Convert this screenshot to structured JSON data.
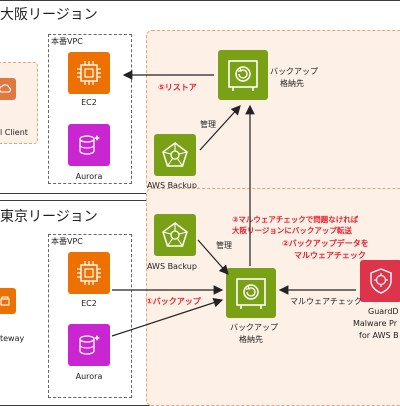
{
  "regions": {
    "osaka": {
      "title": "大阪リージョン"
    },
    "tokyo": {
      "title": "東京リージョン"
    }
  },
  "osaka": {
    "vpc_label": "本番VPC",
    "ec2_label": "EC2",
    "aurora_label": "Aurora",
    "client_label": "l Client",
    "backup_label": "AWS Backup",
    "vault_label_line1": "バックアップ",
    "vault_label_line2": "格納先",
    "manage_label": "管理",
    "restore_label": "⑤リストア"
  },
  "tokyo": {
    "vpc_label": "本番VPC",
    "ec2_label": "EC2",
    "aurora_label": "Aurora",
    "gateway_label": "teway",
    "backup_label": "AWS Backup",
    "manage_label": "管理",
    "vault_label_line1": "バックアップ",
    "vault_label_line2": "格納先",
    "backup_step": "①バックアップ",
    "scan_step_line1": "②バックアップデータを",
    "scan_step_line2": "マルウェアチェック",
    "malware_check_label": "マルウェアチェック",
    "guardduty_line1": "GuardD",
    "guardduty_line2": "Malware Pr",
    "guardduty_line3": "for AWS B"
  },
  "cross_region": {
    "copy_step_line1": "③マルウェアチェックで問題なければ",
    "copy_step_line2": "大阪リージョンにバックアップ転送"
  },
  "colors": {
    "compute_orange": "#ed7100",
    "database_purple": "#c925d1",
    "backup_green": "#7aa116",
    "security_red": "#dd344c",
    "accent_red": "#e5212d",
    "region_fill": "#fdf0e6"
  },
  "icons": {
    "ec2": "ec2-chip-icon",
    "aurora": "aurora-database-icon",
    "backup": "backup-icon",
    "vault": "vault-icon",
    "guardduty": "guardduty-shield-icon",
    "gateway": "gateway-icon",
    "client": "client-cloud-icon"
  }
}
